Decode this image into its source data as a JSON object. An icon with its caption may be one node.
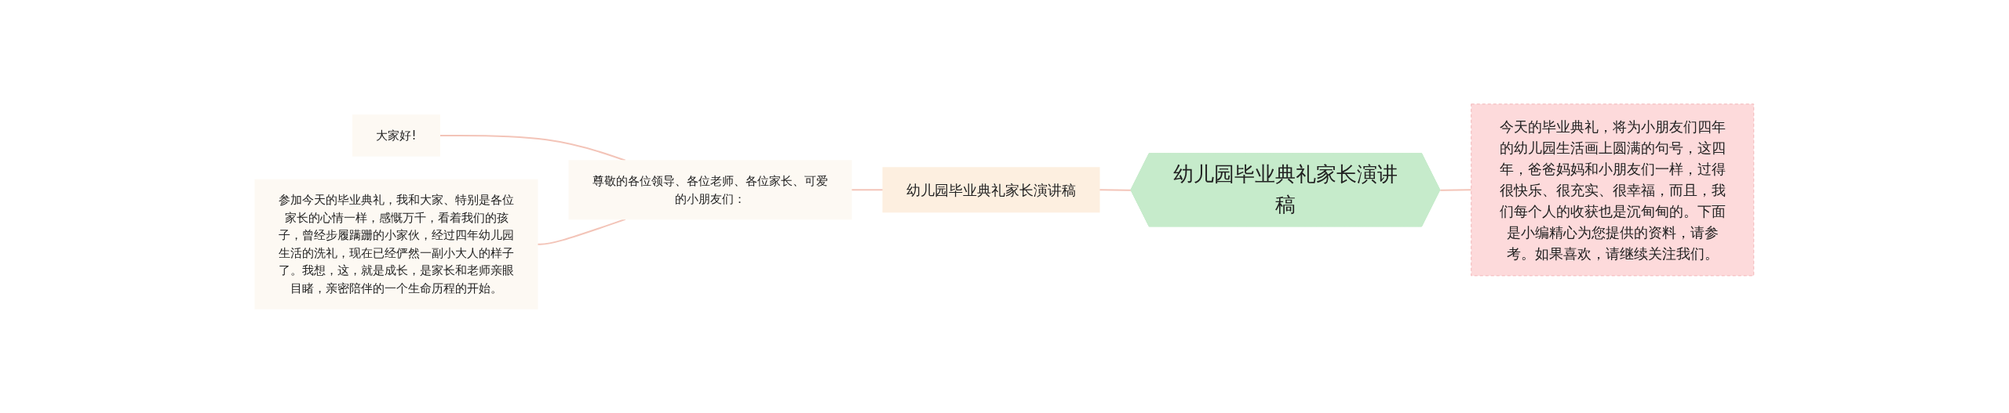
{
  "diagram": {
    "nodes": [
      {
        "text": [
          "幼儿园毕业典礼家长演讲稿"
        ]
      },
      {
        "text": [
          "今天的毕业典礼，将为小朋友们四年的幼儿园生活画上圆满的句号，这四年，爸爸妈妈和小朋友们一样，过得很快乐、很充实、很幸福，而且，我们每个人的收获也是沉甸甸的。下面是小编精心为您提供的资料，请参考。如果喜欢，请继续关注我们。"
        ]
      },
      {
        "text": [
          "幼儿园毕业典礼家长演讲稿"
        ]
      },
      {
        "text": [
          "尊敬的各位领导、各位老师、各位家长、可爱的小朋友们："
        ]
      },
      {
        "text": [
          "大家好!"
        ]
      },
      {
        "text": [
          "参加今天的毕业典礼，我和大家、特别是各位家长的心情一样，感慨万千，看着我们的孩子，曾经步履蹒跚的小家伙，经过四年幼儿园生活的洗礼，现在已经俨然一副小大人的样子了。我想，这，就是成长，是家长和老师亲眼目睹，亲密陪伴的一个生命历程的开始。"
        ]
      }
    ],
    "edges": [
      {
        "from": 0,
        "to": 1,
        "arrow": "none"
      },
      {
        "from": 0,
        "to": 2,
        "arrow": "none"
      },
      {
        "from": 2,
        "to": 3,
        "arrow": "none"
      },
      {
        "from": 3,
        "to": 4,
        "arrow": "none"
      },
      {
        "from": 3,
        "to": 5,
        "arrow": "none"
      }
    ]
  }
}
